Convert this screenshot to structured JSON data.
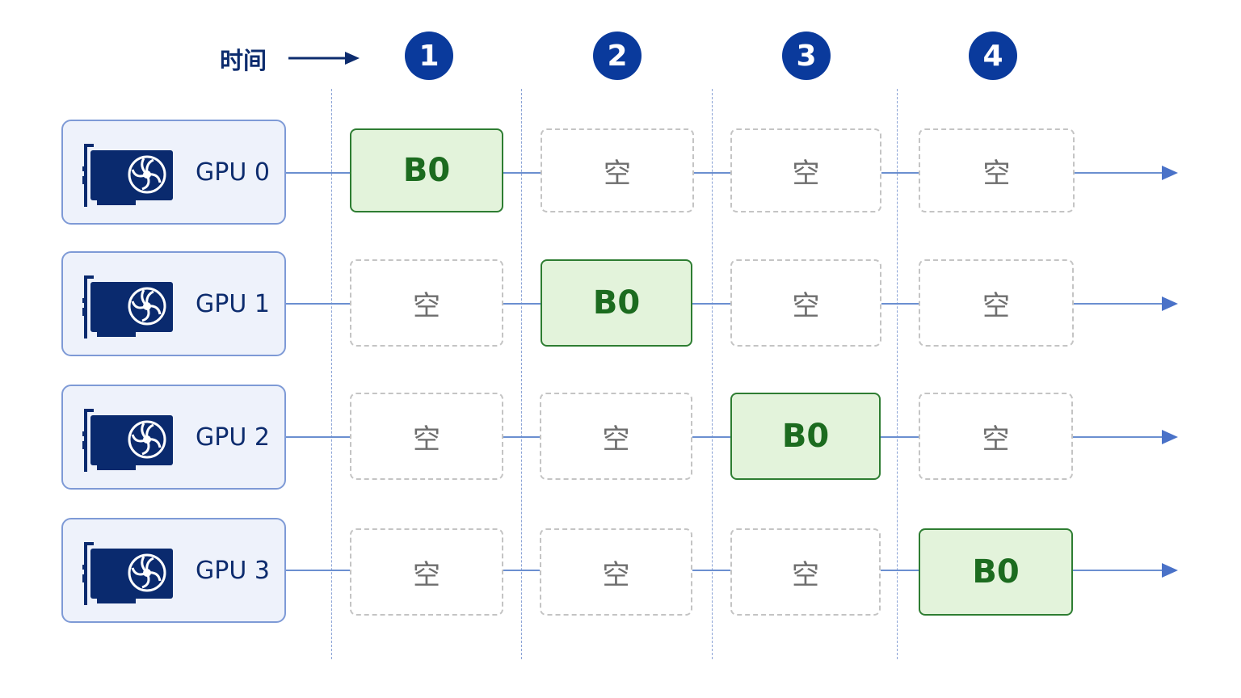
{
  "header": {
    "time_label": "时间",
    "steps": [
      "1",
      "2",
      "3",
      "4"
    ]
  },
  "gpus": [
    {
      "label": "GPU 0",
      "cells": [
        "B0",
        "空",
        "空",
        "空"
      ]
    },
    {
      "label": "GPU 1",
      "cells": [
        "空",
        "B0",
        "空",
        "空"
      ]
    },
    {
      "label": "GPU 2",
      "cells": [
        "空",
        "空",
        "B0",
        "空"
      ]
    },
    {
      "label": "GPU 3",
      "cells": [
        "空",
        "空",
        "空",
        "B0"
      ]
    }
  ],
  "active_value": "B0",
  "colors": {
    "step_circle": "#0a3a9c",
    "card_border": "#7e9ad6",
    "card_fill": "#eef2fb",
    "active_fill": "#e3f3db",
    "active_border": "#2e7d32",
    "active_text": "#1c6b1f",
    "empty_border": "#c4c4c4",
    "line": "#6b8fd0"
  },
  "icons": [
    "gpu-card-icon",
    "fan-icon",
    "arrow-right-icon"
  ]
}
